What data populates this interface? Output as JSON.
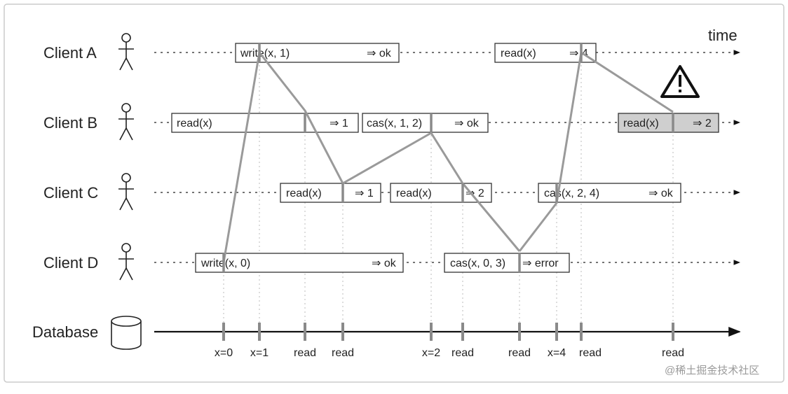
{
  "time_label": "time",
  "watermark": "@稀土掘金技术社区",
  "clients": [
    {
      "id": "A",
      "label": "Client A"
    },
    {
      "id": "B",
      "label": "Client B"
    },
    {
      "id": "C",
      "label": "Client C"
    },
    {
      "id": "D",
      "label": "Client D"
    }
  ],
  "database_label": "Database",
  "operations": [
    {
      "client": "A",
      "request": "write(x, 1)",
      "response": "⇒ ok"
    },
    {
      "client": "A",
      "request": "read(x)",
      "response": "⇒ 4"
    },
    {
      "client": "B",
      "request": "read(x)",
      "response": "⇒ 1"
    },
    {
      "client": "B",
      "request": "cas(x, 1, 2)",
      "response": "⇒ ok"
    },
    {
      "client": "B",
      "request": "read(x)",
      "response": "⇒ 2",
      "highlighted": true
    },
    {
      "client": "C",
      "request": "read(x)",
      "response": "⇒ 1"
    },
    {
      "client": "C",
      "request": "read(x)",
      "response": "⇒ 2"
    },
    {
      "client": "C",
      "request": "cas(x, 2, 4)",
      "response": "⇒ ok"
    },
    {
      "client": "D",
      "request": "write(x, 0)",
      "response": "⇒ ok"
    },
    {
      "client": "D",
      "request": "cas(x, 0, 3)",
      "response": "⇒ error"
    }
  ],
  "database_events": [
    {
      "label": "x=0"
    },
    {
      "label": "x=1"
    },
    {
      "label": "read"
    },
    {
      "label": "read"
    },
    {
      "label": "x=2"
    },
    {
      "label": "read"
    },
    {
      "label": "read"
    },
    {
      "label": "x=4"
    },
    {
      "label": "read"
    },
    {
      "label": "read"
    }
  ],
  "colors": {
    "line": "#9a9a9a",
    "highlight_fill": "#cfcfcf",
    "text": "#222222",
    "warning": "#111111"
  },
  "icons": [
    "stick-figure-icon",
    "database-cylinder-icon",
    "warning-icon"
  ]
}
